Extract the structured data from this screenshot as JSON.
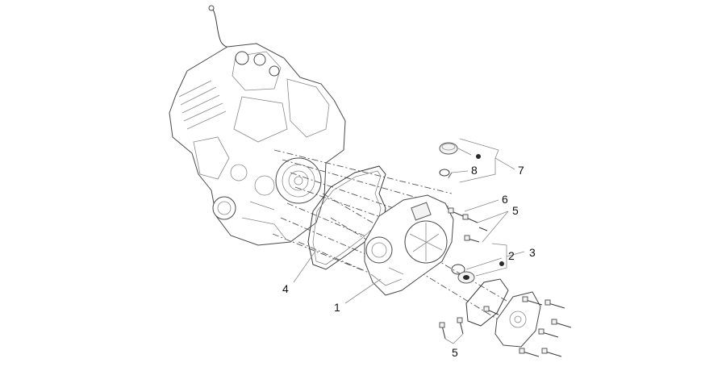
{
  "callouts": {
    "c1": "1",
    "c2": "2",
    "c3": "3",
    "c4": "4",
    "c5a": "5",
    "c5b": "5",
    "c6": "6",
    "c7": "7",
    "c8": "8"
  },
  "colors": {
    "ink": "#3a3a3a",
    "marker": "#000000"
  },
  "icons": {
    "kit_marker": "filled-dot"
  }
}
